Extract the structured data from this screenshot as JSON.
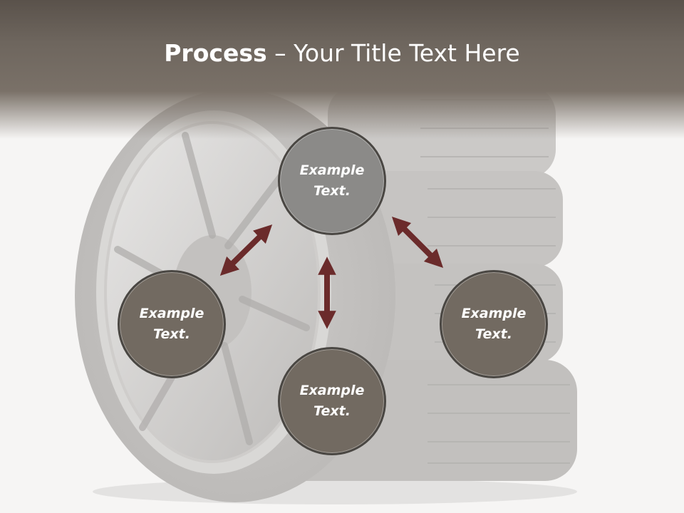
{
  "slide": {
    "title_bold": "Process",
    "title_rest": " – Your Title Text Here"
  },
  "nodes": {
    "top": {
      "line1": "Example",
      "line2": "Text."
    },
    "left": {
      "line1": "Example",
      "line2": "Text."
    },
    "right": {
      "line1": "Example",
      "line2": "Text."
    },
    "bottom": {
      "line1": "Example",
      "line2": "Text."
    }
  },
  "colors": {
    "header": "#6e665e",
    "node_fill": "#726a61",
    "node_fill_top": "#8b8a88",
    "node_border": "#4a4743",
    "arrow": "#6b2b2b"
  },
  "background_image": "tire-stack-illustration"
}
